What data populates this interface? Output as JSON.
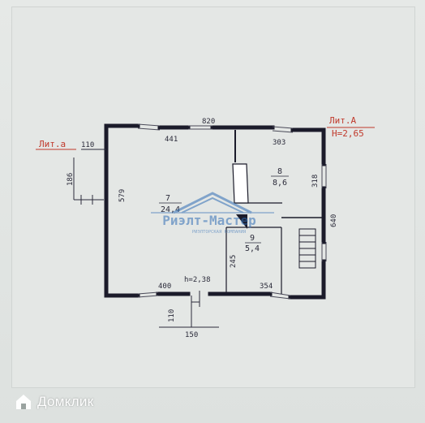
{
  "plan": {
    "lit_main_label": "Лит.А",
    "lit_main_height": "Н=2,65",
    "lit_annex_label": "Лит.а",
    "annex_height": "h=2,38",
    "dims": {
      "top_total": "820",
      "top_left": "441",
      "top_right": "303",
      "left_height": "579",
      "right_top": "318",
      "right_total": "640",
      "bottom_left": "400",
      "bottom_right": "354",
      "annex_len": "150",
      "annex_width": "110",
      "left_stub": "110",
      "left_stub_height": "186",
      "partition": "245"
    },
    "rooms": [
      {
        "number": "7",
        "area": "24,4"
      },
      {
        "number": "8",
        "area": "8,6"
      },
      {
        "number": "9",
        "area": "5,4"
      }
    ]
  },
  "watermark": {
    "title": "Риэлт-Мастер",
    "subtitle": "РИЭЛТОРСКАЯ КОМПАНИЯ"
  },
  "brand": {
    "name": "Домклик"
  },
  "colors": {
    "wall": "#1b1b2a",
    "red_text": "#c0392b",
    "watermark": "#2f6db5"
  }
}
